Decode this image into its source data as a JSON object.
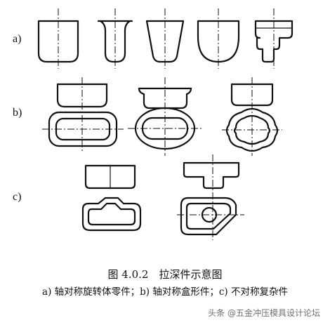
{
  "labels": {
    "row_a": "a)",
    "row_b": "b)",
    "row_c": "c)"
  },
  "caption": {
    "title": "图 4.0.2　拉深件示意图",
    "subtitle": "a) 轴对称旋转体零件；b) 轴对称盒形件；c) 不对称复杂件"
  },
  "watermark": "头条 @五金冲压模具设计论坛"
}
